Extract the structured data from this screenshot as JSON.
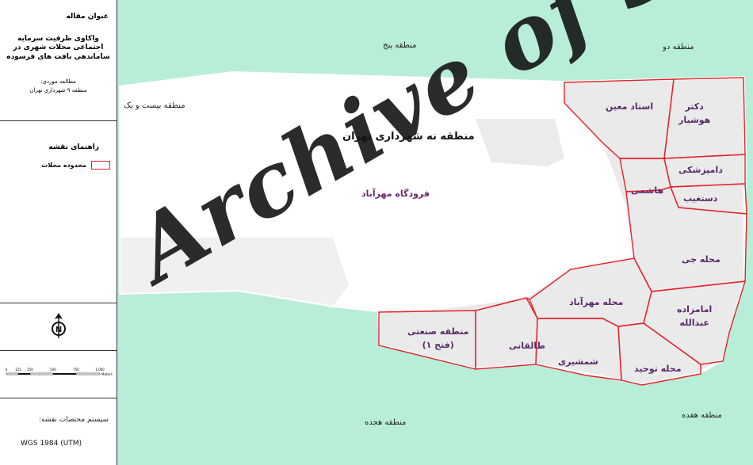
{
  "legend_panel": {
    "heading": "عنوان مقاله",
    "title": "واکاوی ظرفیت سرمایه اجتماعی محلات شهری در ساماندهی بافت های فرسوده",
    "study_label": "مطالعه موردی:",
    "study_area": "منطقه ۹ شهرداری تهران",
    "legend_heading": "راهنمای نقشه",
    "legend_item": "محدوده محلات",
    "scale_ticks": [
      "0",
      "125",
      "250",
      "500",
      "750",
      "1,000"
    ],
    "scale_unit": "Meters",
    "crs_label": "سیستم مختصات نقشه:",
    "crs_value": "WGS 1984 (UTM)"
  },
  "map": {
    "colors": {
      "surrounding": "#b8eed8",
      "district": "#ffffff",
      "boundary": "#e8202a",
      "built_area": "#d9d9d9"
    },
    "surrounding_zones": {
      "zone5": "منطقه پنج",
      "zone2": "منطقه دو",
      "zone21": "منطقه بیست و یک",
      "zone18": "منطقه هجده",
      "zone17": "منطقه هفده"
    },
    "district_title": "منطقه نه شهرداری تهران",
    "airport": "فرودگاه مهرآباد",
    "neighborhoods": {
      "ostad_moin": "استاد معین",
      "dr_hoshyar_1": "دکتر",
      "dr_hoshyar_2": "هوشیار",
      "hashemi": "هاشمی",
      "damapezeshki": "دامپزشکی",
      "dastghib": "دستغیب",
      "jey": "محله جی",
      "mehrabad": "محله مهرآباد",
      "emamzadeh_1": "امامزاده",
      "emamzadeh_2": "عبدالله",
      "industrial_1": "منطقه صنعتی",
      "industrial_2": "(فتح ۱)",
      "taleghani": "طالقانی",
      "shamshiri": "شمشیری",
      "towhid": "محله توحید"
    }
  },
  "watermark": "Archive of S"
}
